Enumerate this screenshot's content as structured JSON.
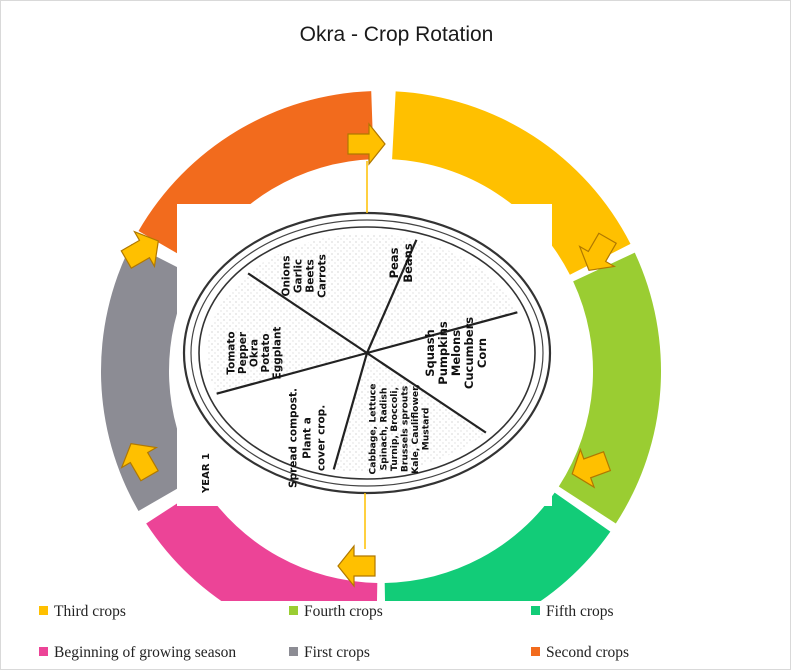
{
  "title": "Okra - Crop Rotation",
  "ring_segments": [
    {
      "name": "Third crops",
      "color": "#FFC000"
    },
    {
      "name": "Fourth crops",
      "color": "#9ACD32"
    },
    {
      "name": "Fifth crops",
      "color": "#12CC78"
    },
    {
      "name": "Beginning of growing season",
      "color": "#EC4497"
    },
    {
      "name": "First crops",
      "color": "#8C8C94"
    },
    {
      "name": "Second crops",
      "color": "#F26B1D"
    }
  ],
  "arrow_color": "#FFC000",
  "plate": {
    "year_label": "YEAR 1",
    "wedges": [
      {
        "id": "onions",
        "lines": [
          "Onions",
          "Garlic",
          "Beets",
          "Carrots"
        ]
      },
      {
        "id": "peas",
        "lines": [
          "Peas",
          "Beans"
        ]
      },
      {
        "id": "squash",
        "lines": [
          "Squash",
          "Pumpkins",
          "Melons",
          "Cucumbers",
          "Corn"
        ]
      },
      {
        "id": "cabbage",
        "lines": [
          "Cabbage, Lettuce",
          "Spinach, Radish",
          "Turnip, Broccoli,",
          "Brussels sprouts",
          "Kale, Cauliflower,",
          "Mustard"
        ]
      },
      {
        "id": "cover",
        "lines": [
          "Spread compost.",
          "Plant a",
          "cover crop."
        ]
      },
      {
        "id": "tomato",
        "lines": [
          "Tomato",
          "Pepper",
          "Okra",
          "Potato",
          "Eggplant"
        ]
      }
    ]
  },
  "legend": [
    {
      "label": "Third crops",
      "color": "#FFC000"
    },
    {
      "label": "Fourth crops",
      "color": "#9ACD32"
    },
    {
      "label": "Fifth crops",
      "color": "#12CC78"
    },
    {
      "label": "Beginning of growing season",
      "color": "#EC4497"
    },
    {
      "label": "First crops",
      "color": "#8C8C94"
    },
    {
      "label": "Second crops",
      "color": "#F26B1D"
    }
  ]
}
